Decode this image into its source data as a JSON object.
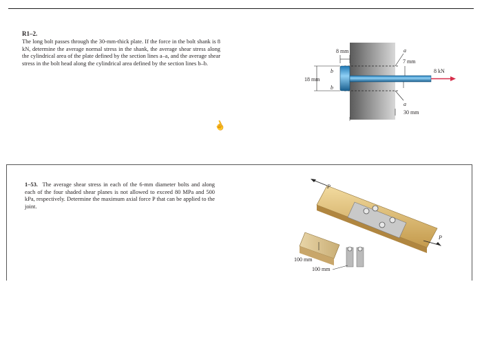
{
  "problem1": {
    "number": "R1–2.",
    "text": "The long bolt passes through the 30-mm-thick plate. If the force in the bolt shank is 8 kN, determine the average normal stress in the shank, the average shear stress along the cylindrical area of the plate defined by the section lines a–a, and the average shear stress in the bolt head along the cylindrical area defined by the section lines b–b.",
    "figure": {
      "dim_head_thickness": "8 mm",
      "dim_shank_diameter": "7 mm",
      "dim_head_diameter": "18 mm",
      "dim_plate_thickness": "30 mm",
      "load": "8 kN",
      "section_a": "a",
      "section_b": "b"
    }
  },
  "problem2": {
    "number": "1–53.",
    "text": "The average shear stress in each of the 6-mm diameter bolts and along each of the four shaded shear planes is not allowed to exceed 80 MPa and 500 kPa, respectively. Determine the maximum axial force P that can be applied to the joint.",
    "figure": {
      "load_label": "P",
      "dim_1": "100 mm",
      "dim_2": "100 mm"
    }
  },
  "cursor": {
    "icon": "hand-cursor-icon",
    "glyph": "☝"
  }
}
